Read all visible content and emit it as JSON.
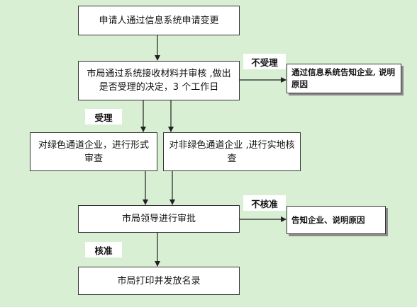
{
  "flowchart": {
    "apply": "申请人通过信息系统申请变更",
    "receive_review": "市局通过系统接收材料并审核 ,做出是否受理的决定，3 个工作日",
    "not_accepted_label": "不受理",
    "notify_reason_1": "通过信息系统告知企业, 说明原因",
    "accepted_label": "受理",
    "green_channel": "对绿色通道企业，进行形式审查",
    "non_green_channel": "对非绿色通道企业 ,进行实地核查",
    "leader_approval": "市局领导进行审批",
    "not_approved_label": "不核准",
    "notify_reason_2": "告知企业、说明原因",
    "approved_label": "核准",
    "print_issue": "市局打印并发放名录"
  }
}
